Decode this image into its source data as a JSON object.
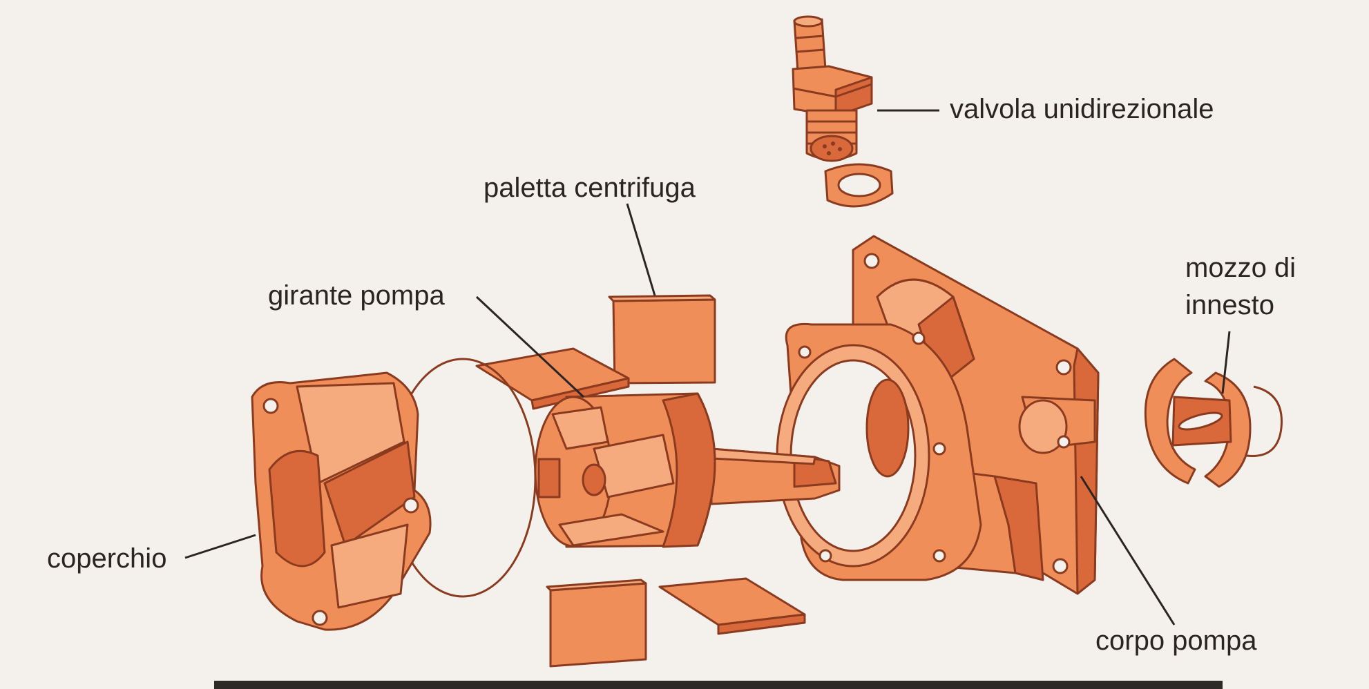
{
  "labels": {
    "check_valve": "valvola unidirezionale",
    "centrifugal_vane": "paletta centrifuga",
    "pump_impeller": "girante pompa",
    "drive_hub_line1": "mozzo di",
    "drive_hub_line2": "innesto",
    "cover": "coperchio",
    "pump_body": "corpo pompa"
  },
  "colors": {
    "part_fill": "#ef8e58",
    "part_shade": "#d9693a",
    "part_light": "#f6ab7e",
    "outline": "#8a3a1e",
    "leader_line": "#2a2422",
    "background": "#f4f1ec"
  }
}
